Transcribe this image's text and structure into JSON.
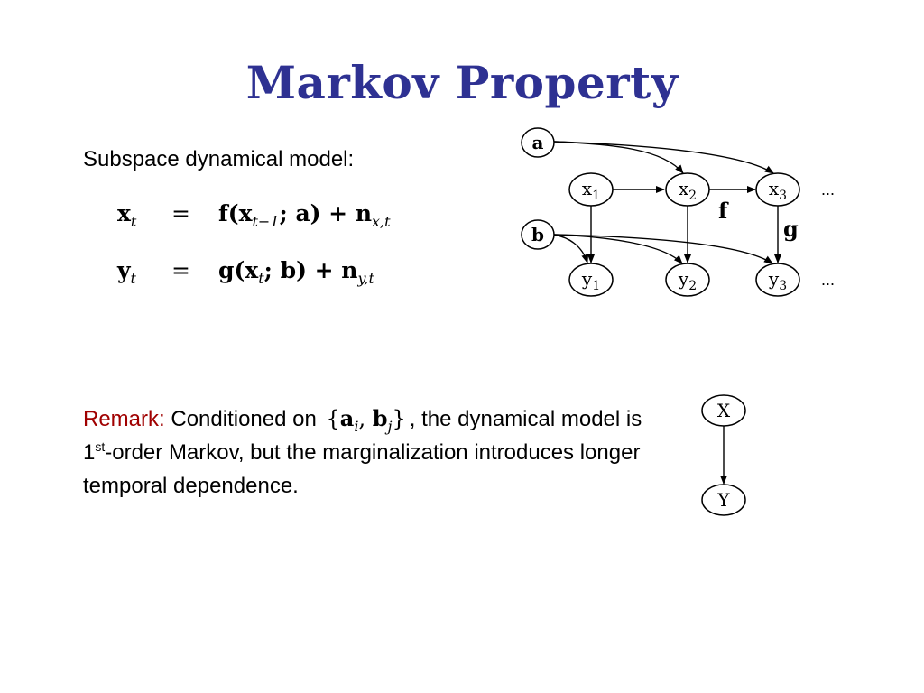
{
  "slide": {
    "title": "Markov Property",
    "subtitle": "Subspace dynamical model:",
    "equations": [
      {
        "lhs": "x",
        "lhs_sub": "t",
        "op": "=",
        "rhs_a": "f(x",
        "rhs_a_sub": "t−1",
        "rhs_b": "; a) + n",
        "rhs_b_sub": "x,t"
      },
      {
        "lhs": "y",
        "lhs_sub": "t",
        "op": "=",
        "rhs_a": "g(x",
        "rhs_a_sub": "t",
        "rhs_b": "; b) + n",
        "rhs_b_sub": "y,t"
      }
    ],
    "remark": {
      "label": "Remark:",
      "text1": "Conditioned on",
      "set_open": "{",
      "set_a": "a",
      "set_a_sub": "i",
      "set_comma": ",",
      "set_b": "b",
      "set_b_sub": "j",
      "set_close": "}",
      "text2": ", the dynamical model is 1",
      "sup": "st",
      "text3": "-order Markov, but the marginalization introduces longer temporal dependence."
    }
  },
  "diagram": {
    "nodes": {
      "a": "a",
      "b": "b",
      "x1": "x",
      "x1_sub": "1",
      "x2": "x",
      "x2_sub": "2",
      "x3": "x",
      "x3_sub": "3",
      "y1": "y",
      "y1_sub": "1",
      "y2": "y",
      "y2_sub": "2",
      "y3": "y",
      "y3_sub": "3"
    },
    "edge_label_f": "f",
    "edge_label_g": "g",
    "ellipsis_top": "...",
    "ellipsis_bottom": "...",
    "small": {
      "X": "X",
      "Y": "Y"
    }
  }
}
